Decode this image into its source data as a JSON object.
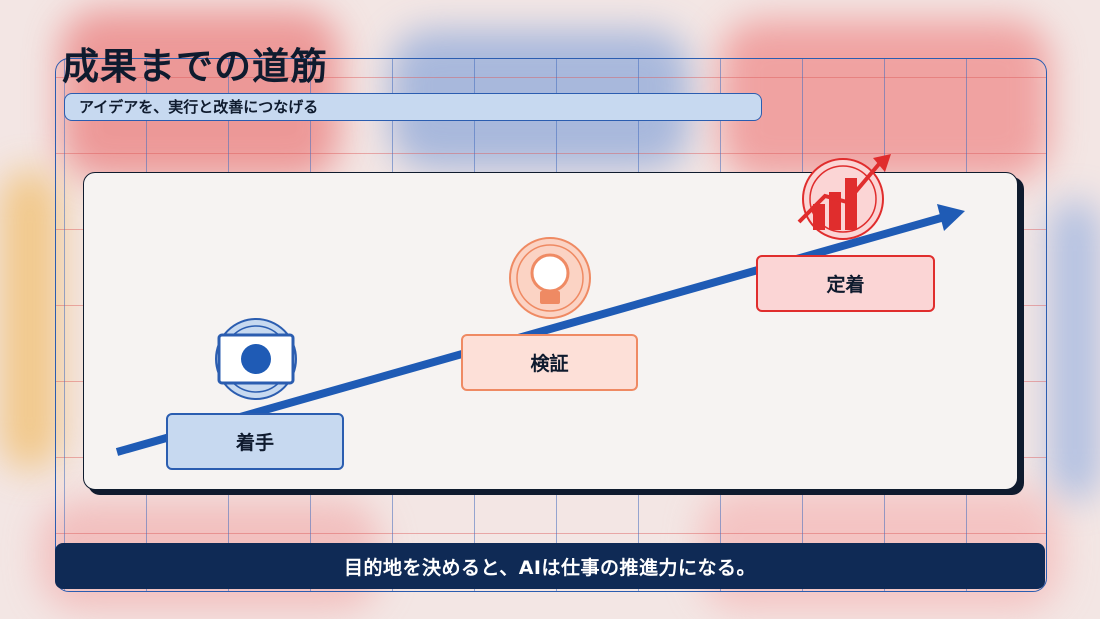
{
  "slide": {
    "title": "成果までの道筋",
    "subtitle": "アイデアを、実行と改善につなげる",
    "footer": "目的地を決めると、AIは仕事の推進力になる。"
  },
  "steps": [
    {
      "label": "着手",
      "icon": "target-screen-icon",
      "color": "#2b5db0"
    },
    {
      "label": "検証",
      "icon": "lightbulb-icon",
      "color": "#ef8a63"
    },
    {
      "label": "定着",
      "icon": "bar-chart-growth-icon",
      "color": "#e02d2d"
    }
  ],
  "colors": {
    "navy": "#0f1b2e",
    "blue": "#2b5db0",
    "orange": "#ef8a63",
    "red": "#e02d2d",
    "footer_bg": "#0f2a55"
  }
}
